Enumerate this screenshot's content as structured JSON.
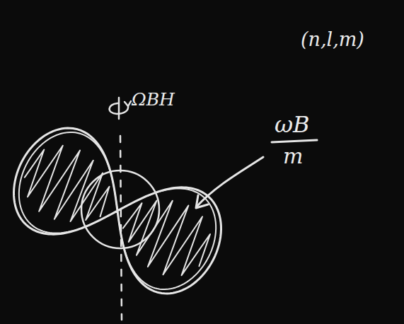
{
  "diagram": {
    "labels": [
      "(n,l,m)",
      "ΩBH",
      "ωB",
      "m"
    ]
  }
}
